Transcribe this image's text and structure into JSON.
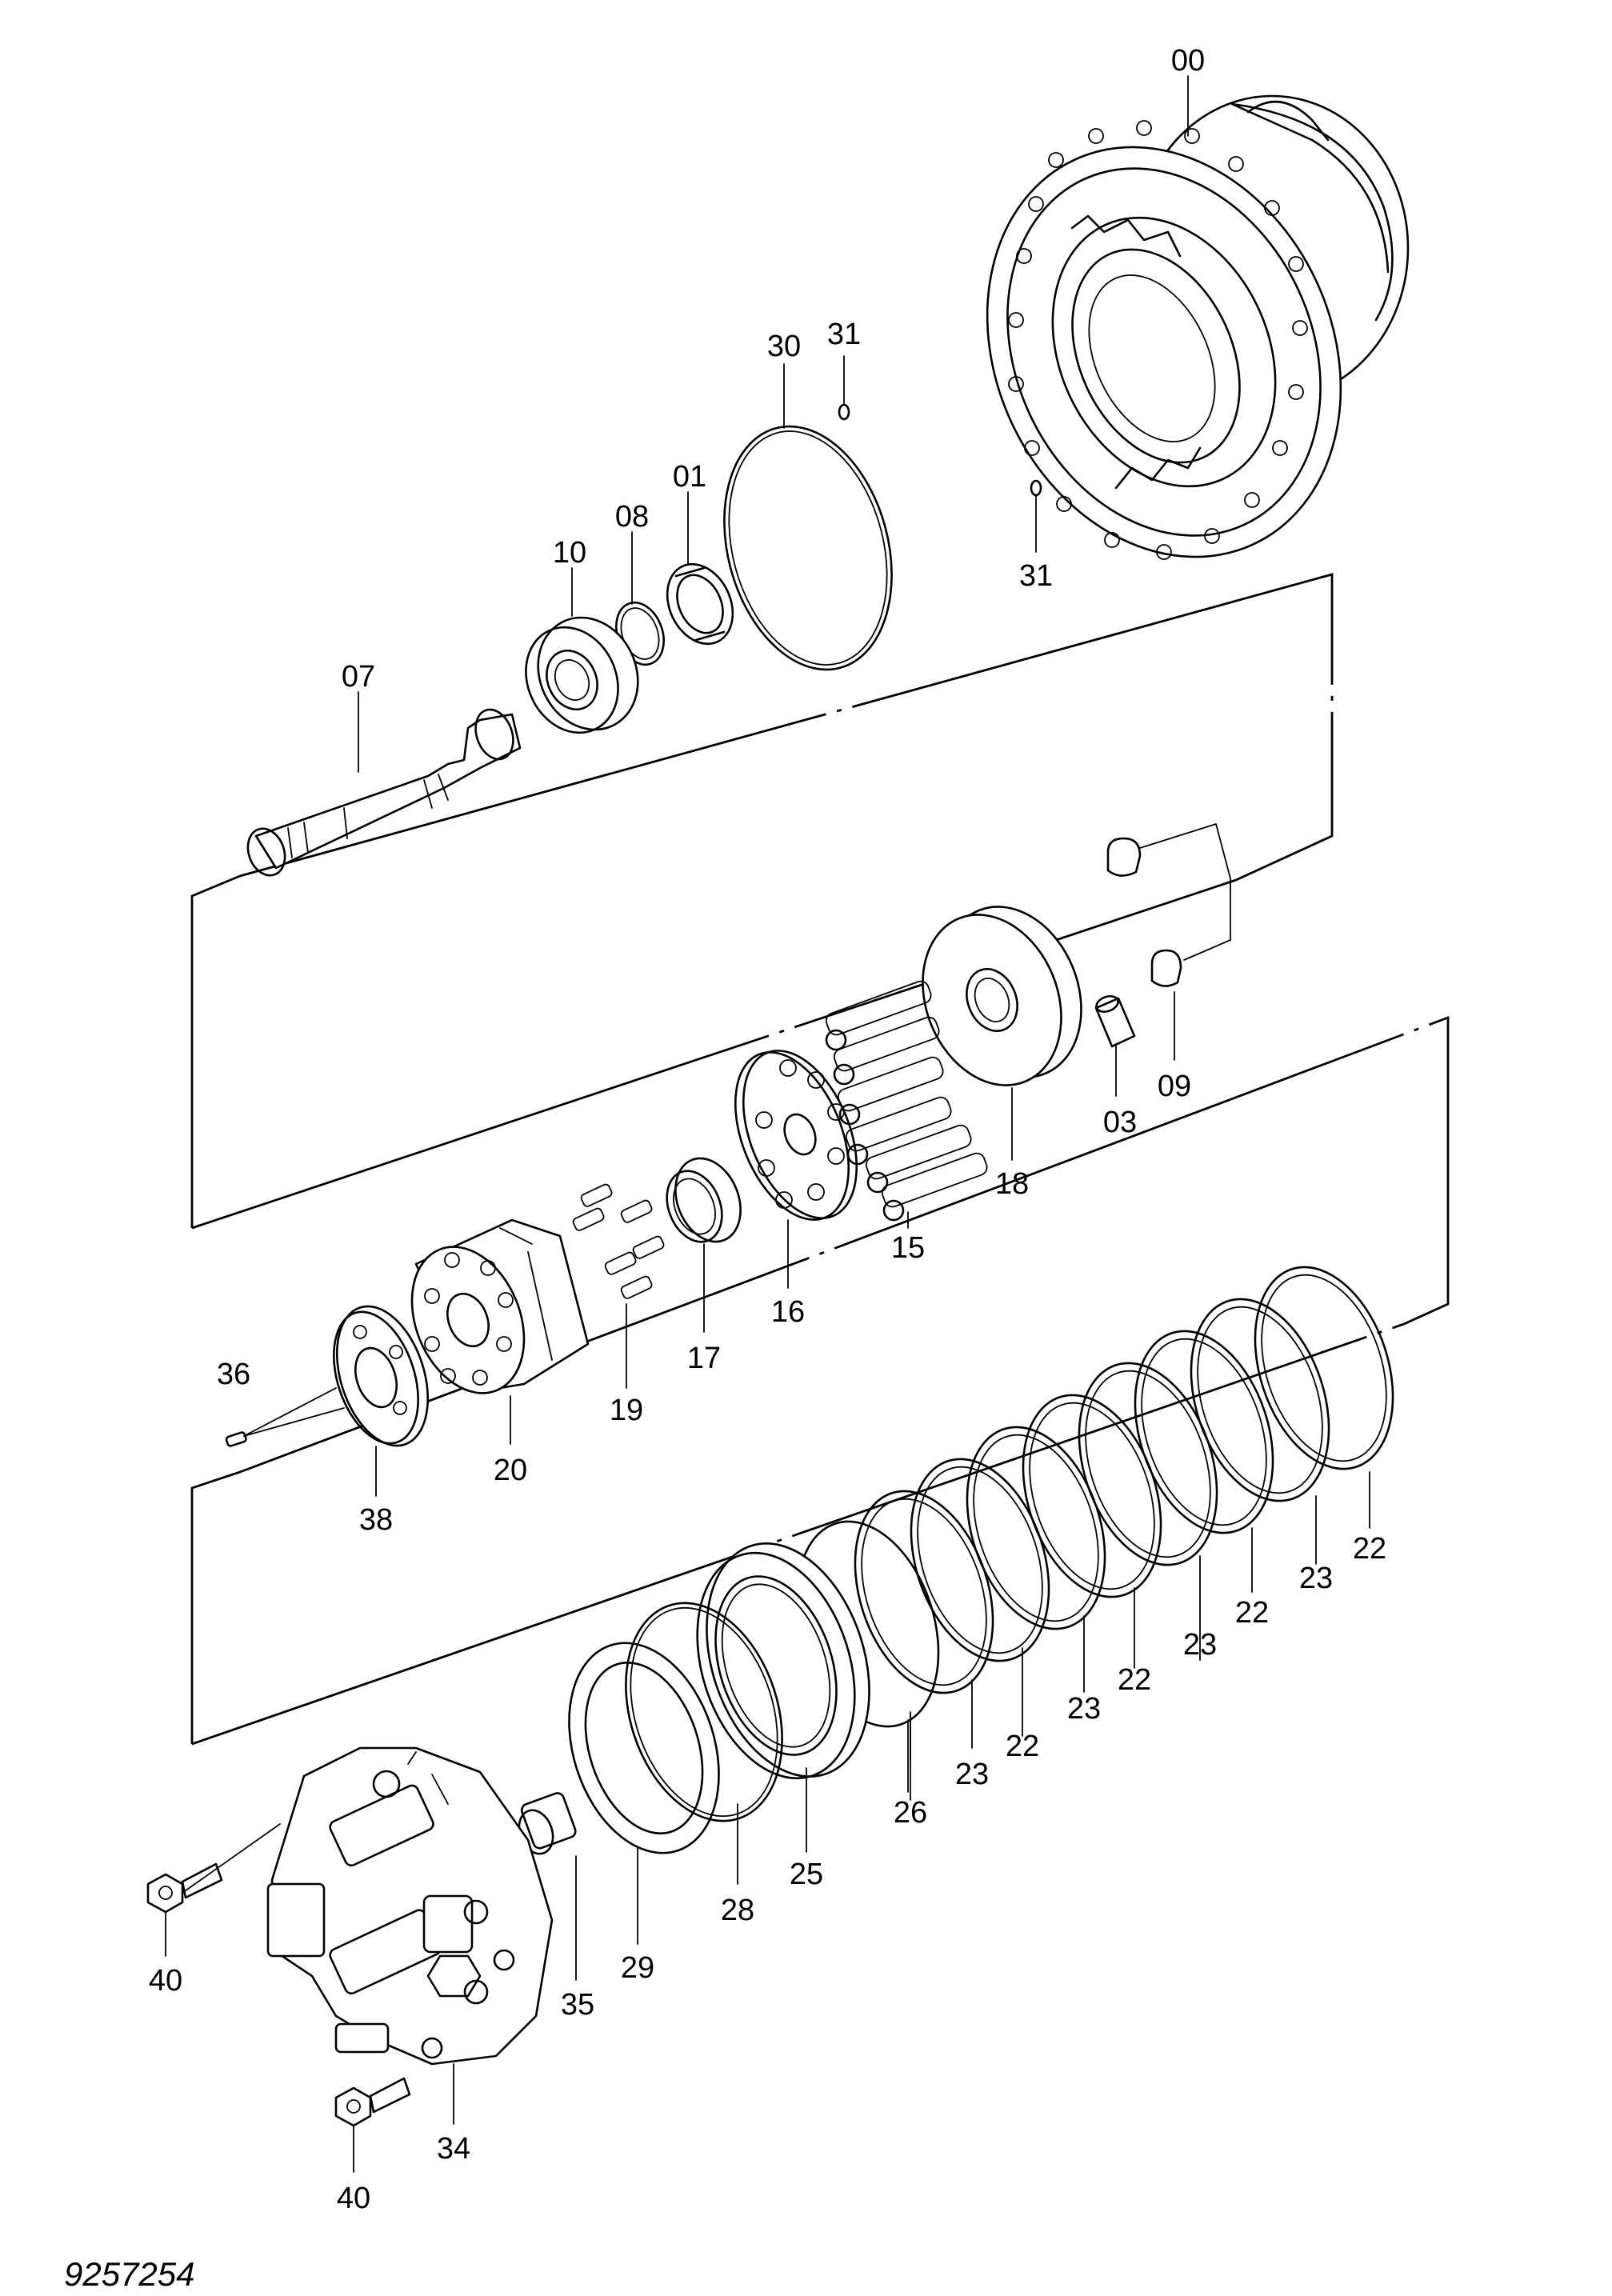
{
  "document_number": "9257254",
  "part_labels": [
    {
      "id": "p00a",
      "text": "00"
    },
    {
      "id": "p31a",
      "text": "31"
    },
    {
      "id": "p30",
      "text": "30"
    },
    {
      "id": "p01",
      "text": "01"
    },
    {
      "id": "p08",
      "text": "08"
    },
    {
      "id": "p10",
      "text": "10"
    },
    {
      "id": "p31b",
      "text": "31"
    },
    {
      "id": "p07",
      "text": "07"
    },
    {
      "id": "p09",
      "text": "09"
    },
    {
      "id": "p03",
      "text": "03"
    },
    {
      "id": "p18",
      "text": "18"
    },
    {
      "id": "p15",
      "text": "15"
    },
    {
      "id": "p16",
      "text": "16"
    },
    {
      "id": "p17",
      "text": "17"
    },
    {
      "id": "p19",
      "text": "19"
    },
    {
      "id": "p20",
      "text": "20"
    },
    {
      "id": "p36",
      "text": "36"
    },
    {
      "id": "p38",
      "text": "38"
    },
    {
      "id": "p22a",
      "text": "22"
    },
    {
      "id": "p23a",
      "text": "23"
    },
    {
      "id": "p22b",
      "text": "22"
    },
    {
      "id": "p23b",
      "text": "23"
    },
    {
      "id": "p22c",
      "text": "22"
    },
    {
      "id": "p23c",
      "text": "23"
    },
    {
      "id": "p22d",
      "text": "22"
    },
    {
      "id": "p23d",
      "text": "23"
    },
    {
      "id": "p26",
      "text": "26"
    },
    {
      "id": "p25",
      "text": "25"
    },
    {
      "id": "p28",
      "text": "28"
    },
    {
      "id": "p29",
      "text": "29"
    },
    {
      "id": "p35",
      "text": "35"
    },
    {
      "id": "p40a",
      "text": "40"
    },
    {
      "id": "p34",
      "text": "34"
    },
    {
      "id": "p40b",
      "text": "40"
    }
  ]
}
